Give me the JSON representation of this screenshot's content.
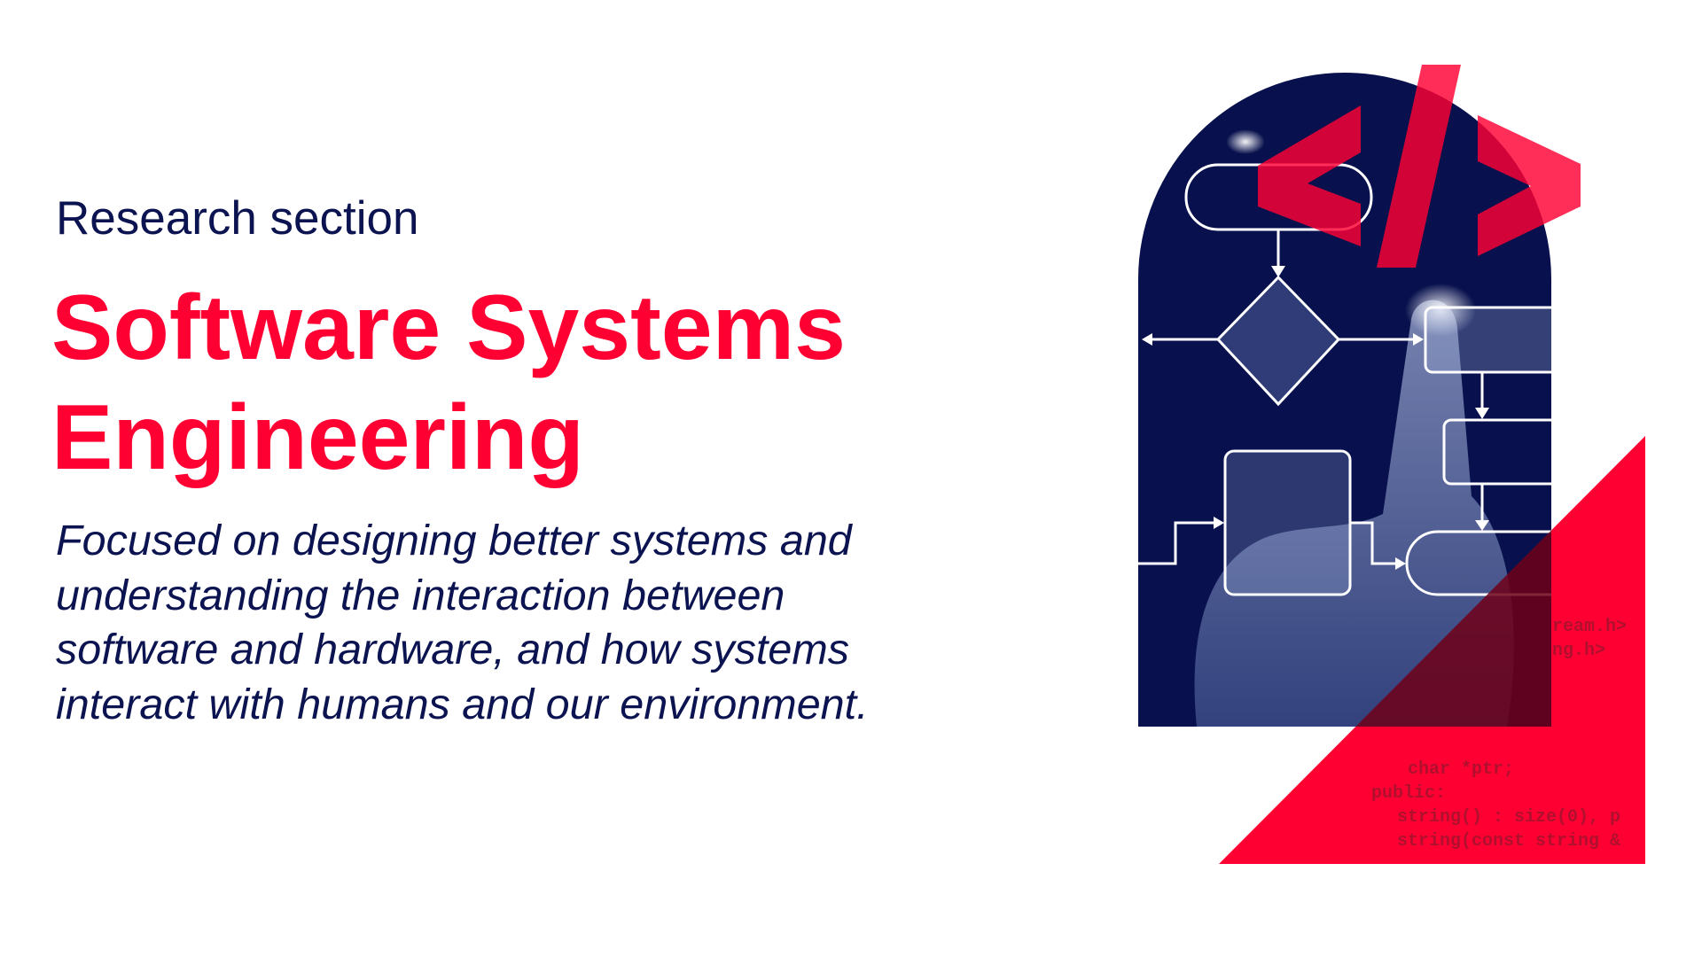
{
  "kicker": "Research section",
  "title": {
    "line1": "Software Systems",
    "line2": "Engineering"
  },
  "description": [
    "Focused on designing better systems and",
    "understanding the interaction between",
    "software and hardware, and how systems",
    "interact with humans and our environment."
  ],
  "artwork": {
    "icon": "code-tag-icon",
    "code_lines": [
      "ream.h>",
      "ng.h>",
      "char *ptr;",
      "public:",
      "string() : size(0), p",
      "string(const string &"
    ]
  },
  "colors": {
    "brand_red": "#ff0033",
    "navy": "#0b1350"
  }
}
